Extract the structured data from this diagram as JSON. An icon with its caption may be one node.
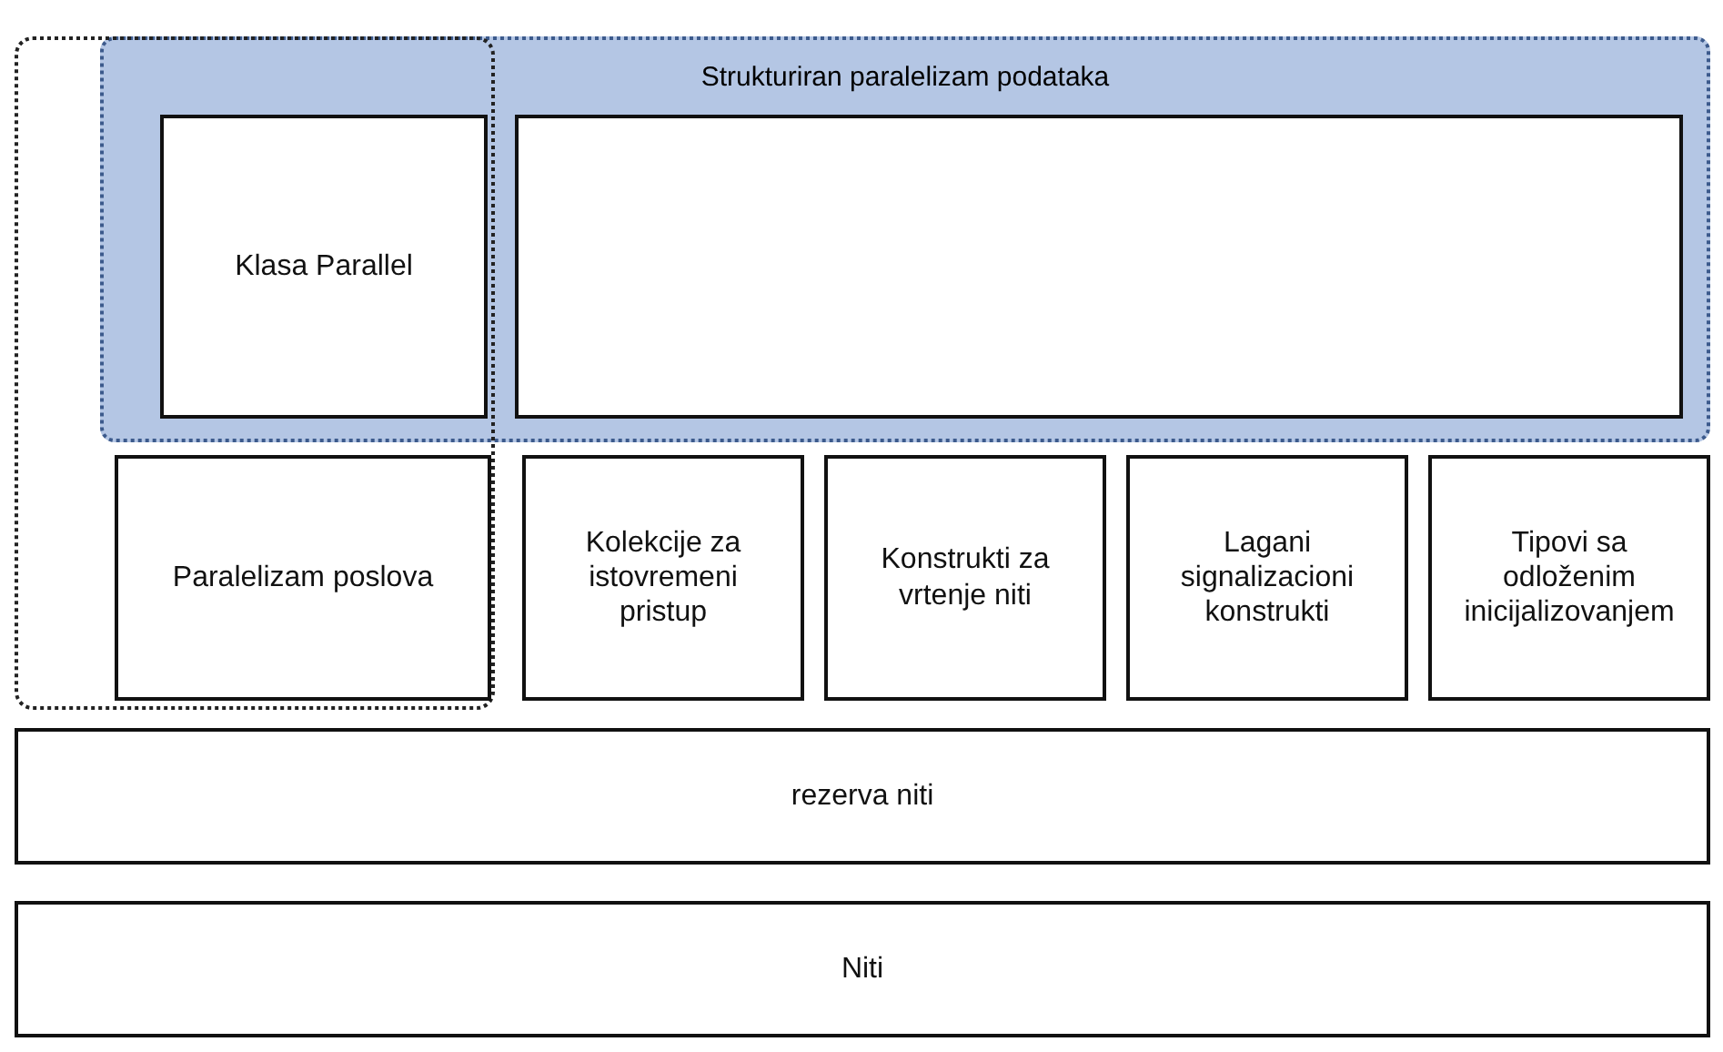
{
  "diagram": {
    "nodes": [
      {
        "text": [],
        "shape": "box"
      },
      {
        "text": [
          "Strukturiran paralelizam podataka"
        ]
      },
      {
        "text": [
          "Klasa Parallel"
        ]
      },
      {
        "text": [],
        "shape": "box",
        "in": 1
      },
      {
        "text": [
          "Paralelizam poslova"
        ],
        "in": 0
      },
      {
        "text": [
          "Kolekcije za istovremeni pristup"
        ]
      },
      {
        "text": [
          "Konstrukti za vrtenje niti"
        ]
      },
      {
        "text": [
          "Lagani signalizacioni konstrukti"
        ]
      },
      {
        "text": [
          "Tipovi sa odloženim inicijalizovanjem"
        ]
      },
      {
        "text": [
          "rezerva niti"
        ]
      },
      {
        "text": [
          "Niti"
        ]
      }
    ],
    "edges": []
  }
}
